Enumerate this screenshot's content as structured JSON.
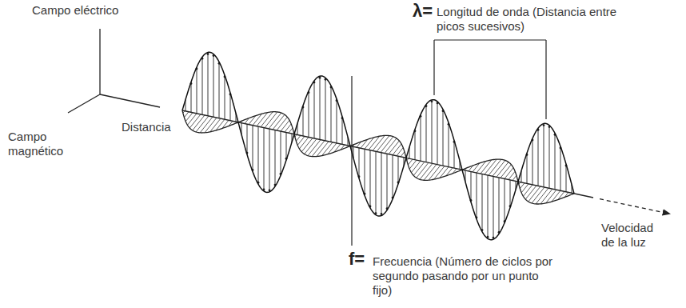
{
  "diagram": {
    "labels": [
      "Campo eléctrico",
      "λ=",
      "Longitud de onda (Distancia entre picos sucesivos)",
      "Campo magnético",
      "Distancia",
      "Velocidad de la luz",
      "f=",
      "Frecuencia (Número de ciclos por segundo pasando por un punto fijo)"
    ]
  }
}
